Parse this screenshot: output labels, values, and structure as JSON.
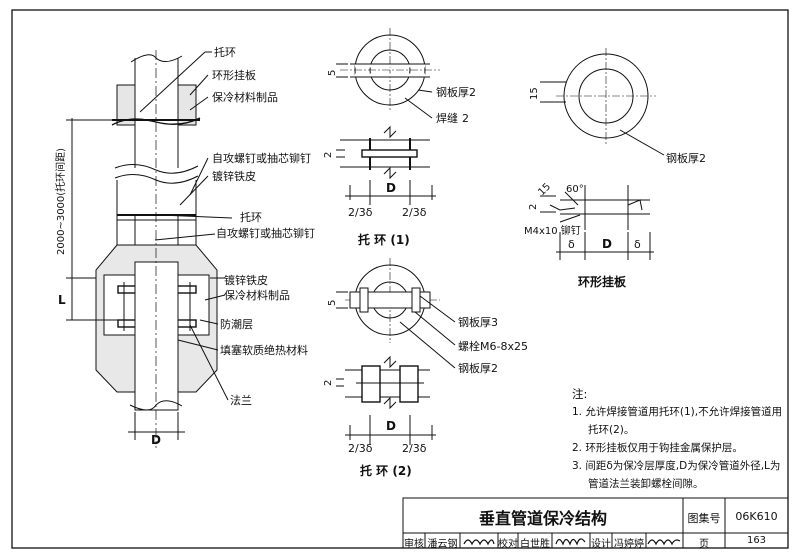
{
  "labels": {
    "tuohuan": "托环",
    "huanxing_guaban": "环形挂板",
    "baoleng_cailiao": "保冷材料制品",
    "zigong_1": "自攻螺钉或抽芯铆钉",
    "duxin_1": "镀锌铁皮",
    "tuohuan_2": "托环",
    "zigong_2": "自攻螺钉或抽芯铆钉",
    "duxin_2": "镀锌铁皮",
    "baoleng_2": "保冷材料制品",
    "fangchao": "防潮层",
    "tiansai": "填塞软质绝热材料",
    "falan": "法兰",
    "spacing": "2000~3000(托环间距)",
    "L": "L",
    "D": "D"
  },
  "ring1": {
    "dim5": "5",
    "plate": "钢板厚2",
    "weld": "焊缝",
    "weld_size": "2",
    "dim2": "2",
    "D": "D",
    "edge_left": "2/3δ",
    "edge_right": "2/3δ",
    "title": "托 环 (1)"
  },
  "ring2": {
    "dim5": "5",
    "plate3": "钢板厚3",
    "bolt": "螺栓M6-8x25",
    "plate2": "钢板厚2",
    "dim2": "2",
    "D": "D",
    "edge_left": "2/3δ",
    "edge_right": "2/3δ",
    "title": "托 环 (2)"
  },
  "hanger": {
    "dim15": "15",
    "plate": "钢板厚2",
    "dim15b": "15",
    "angle": "60°",
    "dim2": "2",
    "rivet": "M4x10 铆钉",
    "delta_l": "δ",
    "D": "D",
    "delta_r": "δ",
    "title": "环形挂板"
  },
  "notes": {
    "head": "注:",
    "n1": "1. 允许焊接管道用托环(1),不允许焊接管道用",
    "n1b": "托环(2)。",
    "n2": "2. 环形挂板仅用于钩挂金属保护层。",
    "n3": "3. 间距δ为保冷层厚度,D为保冷管道外径,L为",
    "n3b": "管道法兰装卸螺栓间隙。"
  },
  "titleblock": {
    "title": "垂直管道保冷结构",
    "atlas_label": "图集号",
    "atlas_no": "06K610",
    "review": "审核",
    "reviewer": "潘云钢",
    "check": "校对",
    "checker": "白世胜",
    "design": "设计",
    "designer": "冯婷婷",
    "page_label": "页",
    "page_no": "163"
  }
}
